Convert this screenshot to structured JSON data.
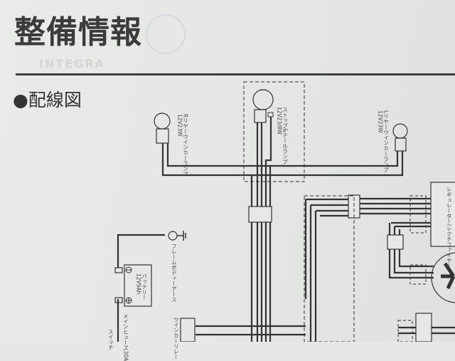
{
  "header": {
    "title": "整備情報",
    "watermark": "INTEGRA"
  },
  "section": {
    "bullet": "●",
    "heading": "配線図"
  },
  "diagram": {
    "labels": {
      "r_winker": "Rリヤーウインカーランプ",
      "r_winker_spec": "12V23W",
      "stop_tail": "ストップ&テールランプ",
      "stop_tail_spec": "12V23/8W",
      "l_winker": "Lリヤーウインカーランプ",
      "l_winker_spec": "12V23W",
      "frame_ground": "フレームボディーアース",
      "battery": "バッテリー",
      "battery_spec": "12V9Ah",
      "main_fuse": "メインヒューズ30A",
      "switch": "スイッチ",
      "winker_relay": "ウインカーリレー",
      "regulator": "レギュレーター/レクチファイヤー"
    },
    "colors": {
      "ink": "#333333",
      "paper": "#e6e8e6"
    }
  }
}
